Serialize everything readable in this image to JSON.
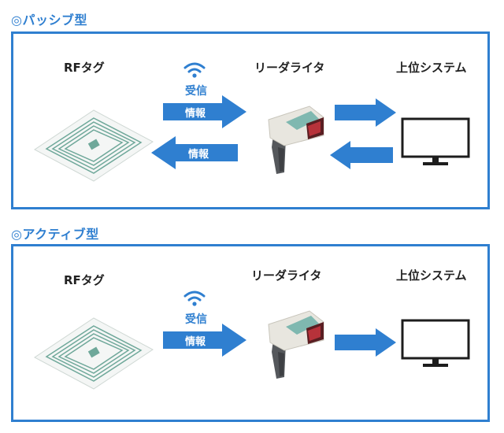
{
  "passive": {
    "title": "◎パッシブ型",
    "tag_label": "RFタグ",
    "reader_label": "リーダライタ",
    "host_label": "上位システム",
    "receive_label": "受信",
    "info_label_top": "情報",
    "info_label_bottom": "情報"
  },
  "active": {
    "title": "◎アクティブ型",
    "tag_label": "RFタグ",
    "reader_label": "リーダライタ",
    "host_label": "上位システム",
    "receive_label": "受信",
    "info_label": "情報"
  },
  "colors": {
    "accent": "#2f7fd0",
    "arrow": "#2f7fd0",
    "tag_line": "#6fa89a",
    "reader_body": "#e8e6df",
    "reader_accent": "#7fb8b0"
  }
}
